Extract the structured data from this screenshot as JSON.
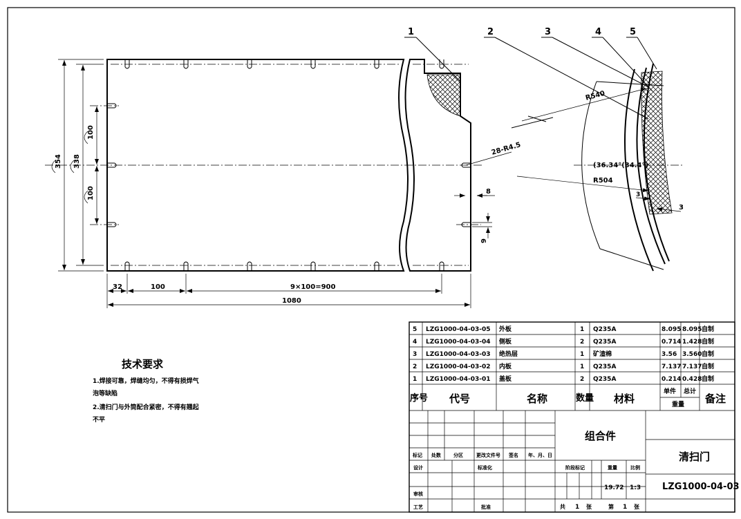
{
  "drawing": {
    "front_view": {
      "dim_height_outer": "354",
      "dim_height_inner": "338",
      "dim_spacing_upper": "100",
      "dim_spacing_lower": "100",
      "dim_slot": "28-R4.5",
      "dim_wall": "8",
      "dim_slot_depth": "9",
      "dim_edge": "32",
      "dim_first_pitch": "100",
      "dim_pitch_total": "9×100=900",
      "dim_length": "1080"
    },
    "section_view": {
      "balloons": [
        "1",
        "2",
        "3",
        "4",
        "5"
      ],
      "radius_outer": "R540",
      "radius_inner": "R504",
      "angle": "(36.34°(34.4°)",
      "dim_gap": "3",
      "dim_thickness": "3"
    }
  },
  "tech_requirements": {
    "title": "技术要求",
    "lines": [
      "1.焊接可靠，焊缝均匀，不得有损焊气",
      "泡等缺陷",
      "2.清扫门与外筒配合紧密，不得有翘起",
      "不平"
    ]
  },
  "bom": {
    "rows": [
      {
        "no": "5",
        "code": "LZG1000-04-03-05",
        "name": "外板",
        "qty": "1",
        "material": "Q235A",
        "unit_w": "8.095",
        "total_w": "8.095",
        "note": "自制"
      },
      {
        "no": "4",
        "code": "LZG1000-04-03-04",
        "name": "侧板",
        "qty": "2",
        "material": "Q235A",
        "unit_w": "0.714",
        "total_w": "1.428",
        "note": "自制"
      },
      {
        "no": "3",
        "code": "LZG1000-04-03-03",
        "name": "绝热层",
        "qty": "1",
        "material": "矿渣棉",
        "unit_w": "3.56",
        "total_w": "3.560",
        "note": "自制"
      },
      {
        "no": "2",
        "code": "LZG1000-04-03-02",
        "name": "内板",
        "qty": "1",
        "material": "Q235A",
        "unit_w": "7.137",
        "total_w": "7.137",
        "note": "自制"
      },
      {
        "no": "1",
        "code": "LZG1000-04-03-01",
        "name": "盖板",
        "qty": "2",
        "material": "Q235A",
        "unit_w": "0.214",
        "total_w": "0.428",
        "note": "自制"
      }
    ],
    "header": {
      "no": "序号",
      "code": "代号",
      "name": "名称",
      "qty": "数量",
      "material": "材料",
      "unit": "单件",
      "total": "总计",
      "weight": "重量",
      "note": "备注"
    }
  },
  "title_block": {
    "assembly_label": "组合件",
    "part_name": "清扫门",
    "drawing_no": "LZG1000-04-03",
    "weight": "19.72",
    "scale": "1:3",
    "rev_headers": [
      "标记",
      "处数",
      "分区",
      "更改文件号",
      "签名",
      "年、月、日"
    ],
    "role_design": "设计",
    "role_standard": "标准化",
    "role_review": "审核",
    "role_process": "工艺",
    "role_approve": "批准",
    "stage_mark": "阶段标记",
    "weight_label": "重量",
    "scale_label": "比例",
    "sheet_total_prefix": "共",
    "sheet_total": "1",
    "sheet_unit": "张",
    "sheet_no_prefix": "第",
    "sheet_no": "1",
    "sheet_unit2": "张"
  }
}
